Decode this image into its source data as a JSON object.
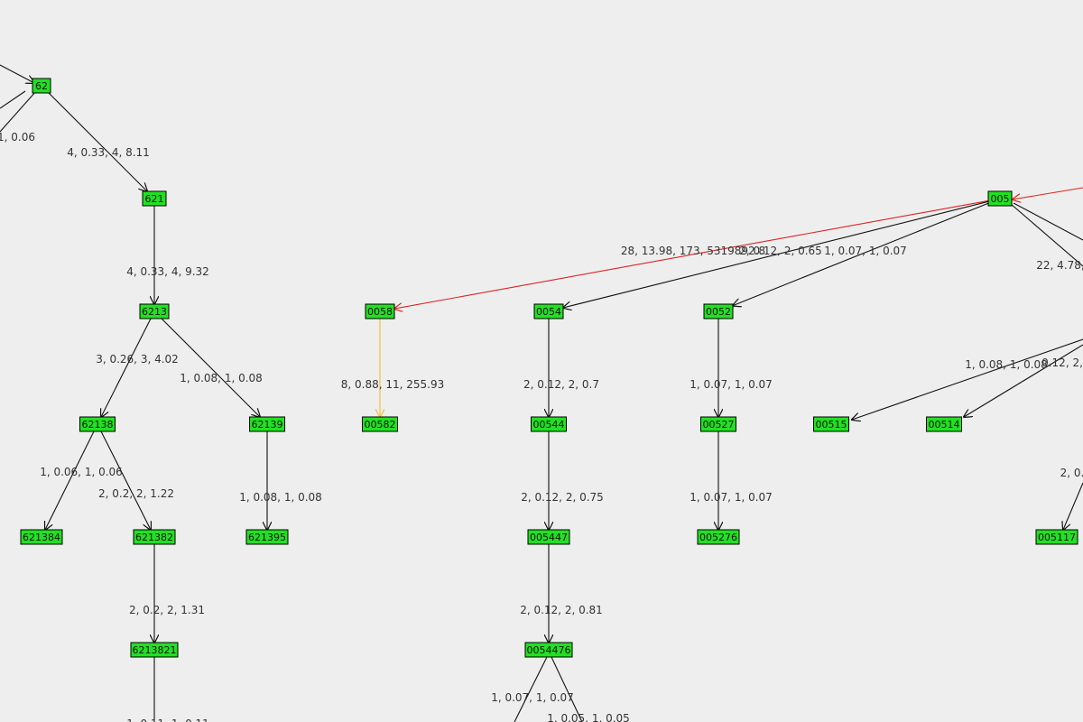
{
  "colors": {
    "background": "#eeeeee",
    "node_fill": "#22e022",
    "edge_default": "#111111",
    "edge_highlight_red": "#dd2222",
    "edge_highlight_yellow": "#f0c030"
  },
  "nodes": [
    {
      "id": "62",
      "label": "62"
    },
    {
      "id": "621",
      "label": "621"
    },
    {
      "id": "6213",
      "label": "6213"
    },
    {
      "id": "62138",
      "label": "62138"
    },
    {
      "id": "62139",
      "label": "62139"
    },
    {
      "id": "621384",
      "label": "621384"
    },
    {
      "id": "621382",
      "label": "621382"
    },
    {
      "id": "621395",
      "label": "621395"
    },
    {
      "id": "6213821",
      "label": "6213821"
    },
    {
      "id": "005",
      "label": "005"
    },
    {
      "id": "0058",
      "label": "0058"
    },
    {
      "id": "0054",
      "label": "0054"
    },
    {
      "id": "0052",
      "label": "0052"
    },
    {
      "id": "00582",
      "label": "00582"
    },
    {
      "id": "00544",
      "label": "00544"
    },
    {
      "id": "00527",
      "label": "00527"
    },
    {
      "id": "00515",
      "label": "00515"
    },
    {
      "id": "00514",
      "label": "00514"
    },
    {
      "id": "005447",
      "label": "005447"
    },
    {
      "id": "005276",
      "label": "005276"
    },
    {
      "id": "005117",
      "label": "005117"
    },
    {
      "id": "0054476",
      "label": "0054476"
    }
  ],
  "edges": [
    {
      "from": "62",
      "to": "621",
      "label": "4, 0.33, 4, 8.11",
      "color": "default"
    },
    {
      "from": "621",
      "to": "6213",
      "label": "4, 0.33, 4, 9.32",
      "color": "default"
    },
    {
      "from": "6213",
      "to": "62138",
      "label": "3, 0.26, 3, 4.02",
      "color": "default"
    },
    {
      "from": "6213",
      "to": "62139",
      "label": "1, 0.08, 1, 0.08",
      "color": "default"
    },
    {
      "from": "62138",
      "to": "621384",
      "label": "1, 0.06, 1, 0.06",
      "color": "default"
    },
    {
      "from": "62138",
      "to": "621382",
      "label": "2, 0.2, 2, 1.22",
      "color": "default"
    },
    {
      "from": "62139",
      "to": "621395",
      "label": "1, 0.08, 1, 0.08",
      "color": "default"
    },
    {
      "from": "621382",
      "to": "6213821",
      "label": "2, 0.2, 2, 1.31",
      "color": "default"
    },
    {
      "from": "005",
      "to": "0058",
      "label": "28, 13.98, 173, 5319892.8",
      "color": "red"
    },
    {
      "from": "005",
      "to": "0054",
      "label": "2, 0.12, 2, 0.65",
      "color": "default"
    },
    {
      "from": "005",
      "to": "0052",
      "label": "1, 0.07, 1, 0.07",
      "color": "default"
    },
    {
      "from": "0058",
      "to": "00582",
      "label": "8, 0.88, 11, 255.93",
      "color": "yellow"
    },
    {
      "from": "0054",
      "to": "00544",
      "label": "2, 0.12, 2, 0.7",
      "color": "default"
    },
    {
      "from": "0052",
      "to": "00527",
      "label": "1, 0.07, 1, 0.07",
      "color": "default"
    },
    {
      "from": "00544",
      "to": "005447",
      "label": "2, 0.12, 2, 0.75",
      "color": "default"
    },
    {
      "from": "00527",
      "to": "005276",
      "label": "1, 0.07, 1, 0.07",
      "color": "default"
    },
    {
      "from": "005447",
      "to": "0054476",
      "label": "2, 0.12, 2, 0.81",
      "color": "default"
    }
  ],
  "partial_labels": [
    "1, 0.06",
    "22, 4.78,",
    "1, 0.08, 1, 0.08",
    "0.12, 2,",
    "2, 0.",
    "1, 0.07, 1, 0.07",
    "1, 0.05, 1, 0.05",
    "1, 0.11, 1, 0.11"
  ]
}
